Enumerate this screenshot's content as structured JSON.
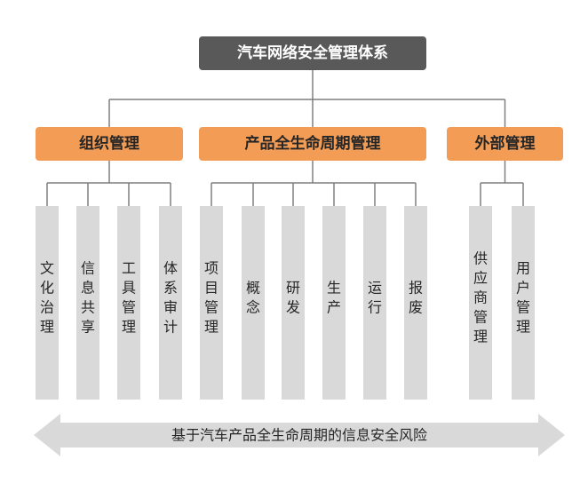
{
  "root": {
    "label": "汽车网络安全管理体系"
  },
  "categories": [
    {
      "label": "组织管理",
      "items": [
        "文化治理",
        "信息共享",
        "工具管理",
        "体系审计"
      ]
    },
    {
      "label": "产品全生命周期管理",
      "items": [
        "项目管理",
        "概念",
        "研发",
        "生产",
        "运行",
        "报废"
      ]
    },
    {
      "label": "外部管理",
      "items": [
        "供应商管理",
        "用户管理"
      ]
    }
  ],
  "footer": {
    "label": "基于汽车产品全生命周期的信息安全风险"
  },
  "colors": {
    "root_fill": "#595959",
    "category_fill": "#f39c56",
    "item_fill": "#d9d9d9",
    "arrow_fill": "#d9d9d9",
    "connector": "#7f7f7f",
    "text_light": "#ffffff",
    "text_dark": "#262626"
  }
}
